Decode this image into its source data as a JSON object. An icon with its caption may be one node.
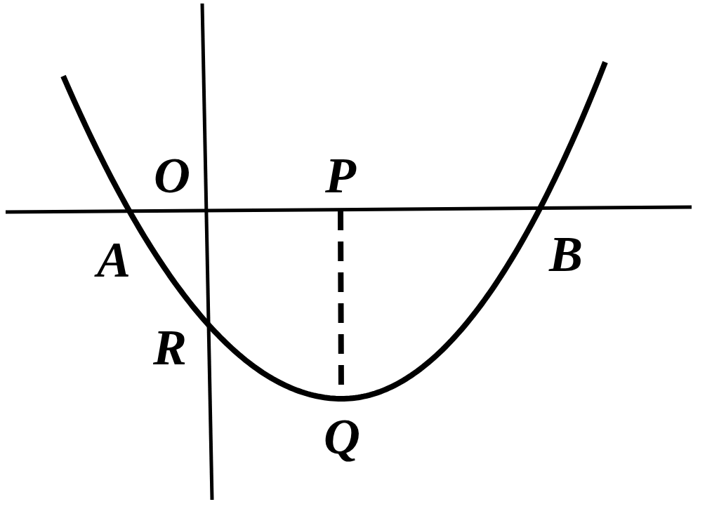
{
  "diagram": {
    "labels": [
      "O",
      "P",
      "A",
      "B",
      "R",
      "Q"
    ]
  }
}
